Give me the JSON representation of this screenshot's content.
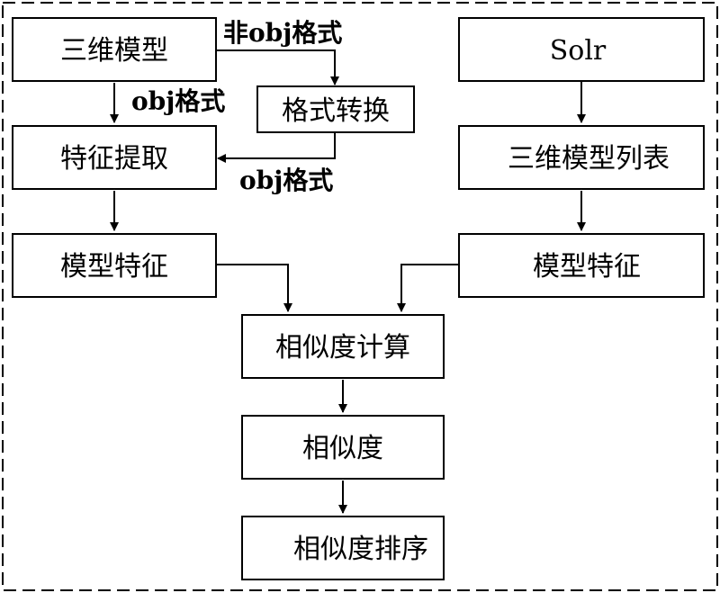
{
  "nodes": {
    "model_3d": "三维模型",
    "format_convert": "格式转换",
    "feature_extract": "特征提取",
    "model_feature_left": "模型特征",
    "solr": "Solr",
    "model_list": "三维模型列表",
    "model_feature_right": "模型特征",
    "similarity_calc": "相似度计算",
    "similarity": "相似度",
    "similarity_sort": "相似度排序"
  },
  "edge_labels": {
    "non_obj": "非obj格式",
    "obj_left": "obj格式",
    "obj_bottom": "obj格式"
  }
}
